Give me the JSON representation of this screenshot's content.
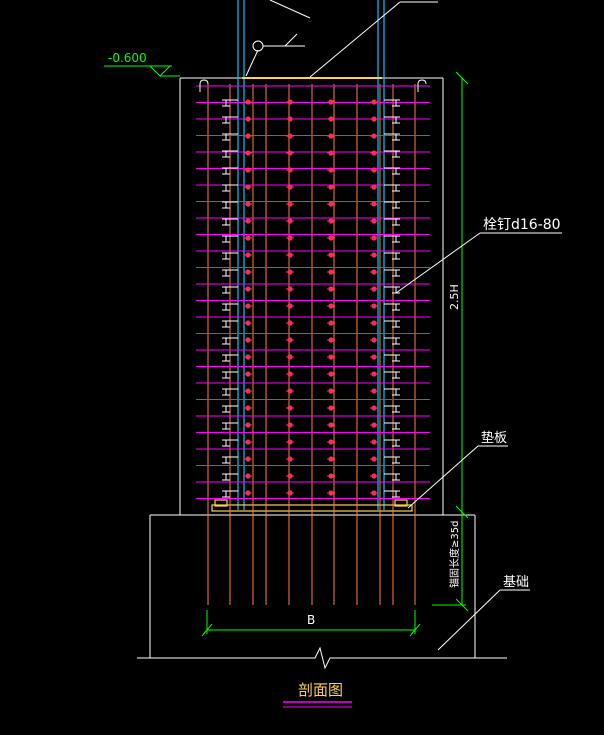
{
  "drawing": {
    "elevation_label": "-0.600",
    "stud_label": "栓钉d16-80",
    "height_label": "2.5H",
    "pad_label": "垫板",
    "anchor_label": "锚固长度≥35d",
    "foundation_label": "基础",
    "width_label": "B",
    "title": "剖面图"
  },
  "colors": {
    "background": "#000000",
    "outline": "#ffffff",
    "column_steel": "#00c8ff",
    "dimension": "#00ff00",
    "stirrup": "#ff00ff",
    "rebar_dot": "#ff2a55",
    "anchor_rebar": "#ff8040",
    "stud": "#ffffff",
    "title_text": "#ffd24a",
    "label_text": "#ffffff"
  }
}
